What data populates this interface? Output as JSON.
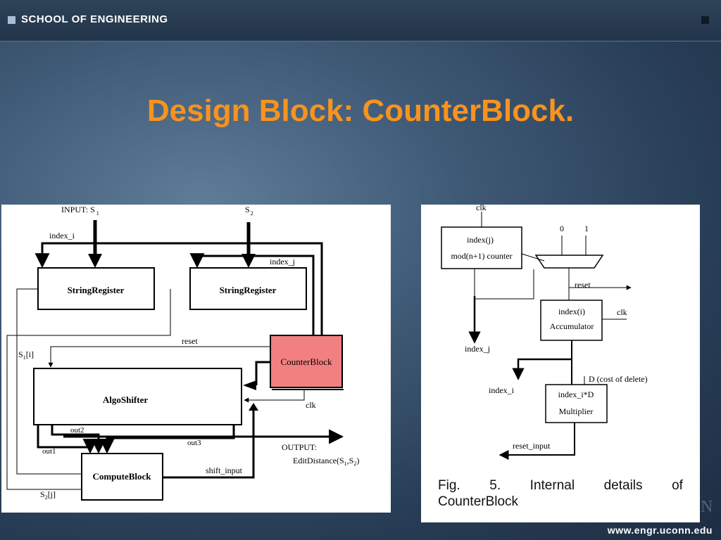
{
  "header": {
    "title": "SCHOOL OF ENGINEERING"
  },
  "slide": {
    "title": "Design Block: CounterBlock."
  },
  "left_diagram": {
    "input_s1": "INPUT: S",
    "input_s1_sub": "1",
    "s2": "S",
    "s2_sub": "2",
    "index_i": "index_i",
    "index_j": "index_j",
    "string_register_1": "StringRegister",
    "string_register_2": "StringRegister",
    "reset": "reset",
    "s1_i": "S",
    "s1_i_sub": "1",
    "s1_i_suffix": "[i]",
    "counter_block": "CounterBlock",
    "algo_shifter": "AlgoShifter",
    "clk": "clk",
    "out2": "out2",
    "out1": "out1",
    "out3": "out3",
    "output_label": "OUTPUT:",
    "edit_distance_prefix": "EditDistance(S",
    "edit_distance_sub1": "1",
    "edit_distance_mid": ",S",
    "edit_distance_sub2": "2",
    "edit_distance_suffix": ")",
    "compute_block": "ComputeBlock",
    "shift_input": "shift_input",
    "s2_j": "S",
    "s2_j_sub": "2",
    "s2_j_suffix": "[j]",
    "counter_block_fill": "#f28080"
  },
  "right_diagram": {
    "clk_top": "clk",
    "index_j_box_line1": "index(j)",
    "index_j_box_line2": "mod(n+1) counter",
    "mux_in_0": "0",
    "mux_in_1": "1",
    "reset": "reset",
    "accumulator_line1": "index(i)",
    "accumulator_line2": "Accumulator",
    "clk_right": "clk",
    "index_j_out": "index_j",
    "cost_of_delete": "D (cost of delete)",
    "index_i_out": "index_i",
    "multiplier_line1": "index_i*D",
    "multiplier_line2": "Multiplier",
    "reset_input": "reset_input",
    "caption_fig": "Fig.",
    "caption_num": "5.",
    "caption_internal": "Internal",
    "caption_details": "details",
    "caption_of": "of",
    "caption_line2": "CounterBlock"
  },
  "footer": {
    "url": "www.engr.uconn.edu",
    "logo_letter": "N"
  }
}
